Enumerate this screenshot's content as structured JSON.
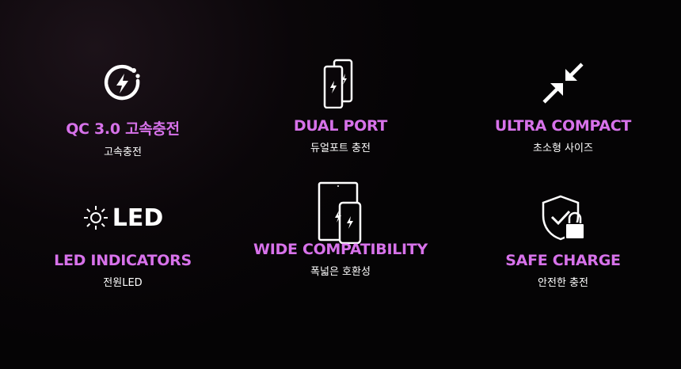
{
  "accent_color": "#d772ea",
  "features": [
    {
      "icon": "fast-charge-icon",
      "title": "QC 3.0 고속충전",
      "subtitle": "고속충전"
    },
    {
      "icon": "dual-phone-icon",
      "title": "DUAL PORT",
      "subtitle": "듀얼포트 충전"
    },
    {
      "icon": "compress-arrows-icon",
      "title": "ULTRA COMPACT",
      "subtitle": "초소형 사이즈"
    },
    {
      "icon": "led-icon",
      "icon_text": "LED",
      "title": "LED INDICATORS",
      "subtitle": "전원LED"
    },
    {
      "icon": "tablet-phone-icon",
      "title": "WIDE COMPATIBILITY",
      "subtitle": "폭넓은 호환성"
    },
    {
      "icon": "shield-lock-icon",
      "title": "SAFE CHARGE",
      "subtitle": "안전한 충전"
    }
  ]
}
